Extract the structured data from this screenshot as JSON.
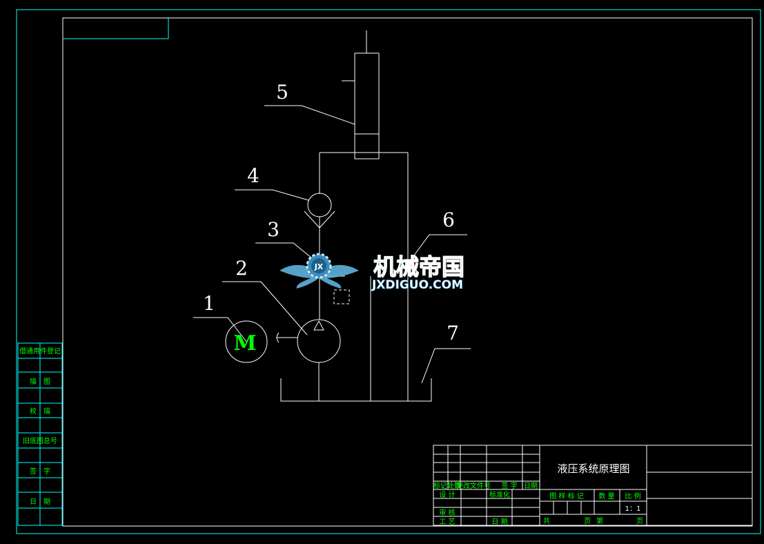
{
  "drawing": {
    "title": "液压系统原理图",
    "labels": [
      "1",
      "2",
      "3",
      "4",
      "5",
      "6",
      "7"
    ],
    "motor_symbol": "M"
  },
  "watermark": {
    "brand": "机械帝国",
    "url": "JXDIGUO.COM",
    "badge": "JX"
  },
  "side_column": {
    "items": [
      "借通用件登记",
      "描　图",
      "校　描",
      "旧底图总号",
      "签　字",
      "日　期"
    ]
  },
  "title_block": {
    "change_header": [
      "标记",
      "处数",
      "更改文件号",
      "签 字",
      "日期"
    ],
    "design": "设 计",
    "standardize": "标准化",
    "review": "审 核",
    "process": "工 艺",
    "date": "日 期",
    "stage_mark": "图 样 标 记",
    "quantity": "数 量",
    "ratio": "比 例",
    "scale_value": "1：1",
    "total": "共",
    "page": "页",
    "sheet": "第",
    "page2": "页"
  },
  "colors": {
    "background": "#000000",
    "frame": "#00ffff",
    "lines": "#ffffff",
    "text": "#00ff00",
    "watermark": "#33aadd"
  }
}
